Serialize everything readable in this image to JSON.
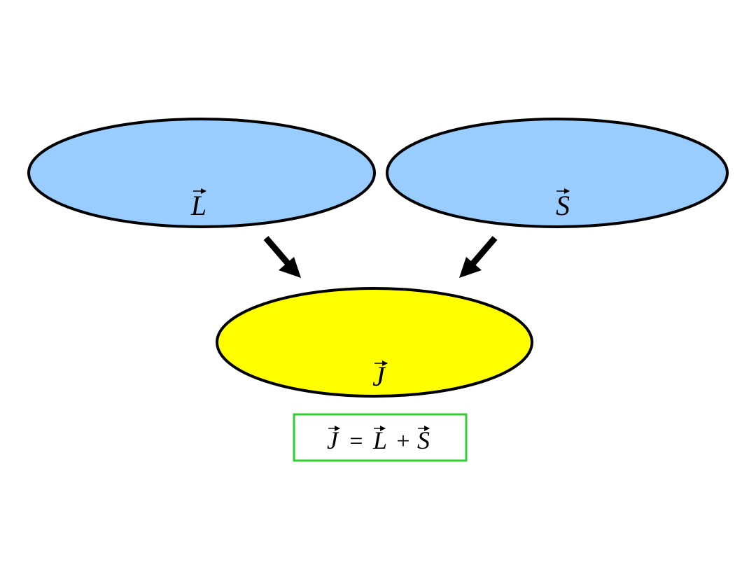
{
  "diagram": {
    "nodes": {
      "L": {
        "symbol": "L",
        "fill": "#99ccff"
      },
      "S": {
        "symbol": "S",
        "fill": "#99ccff"
      },
      "J": {
        "symbol": "J",
        "fill": "#ffff00"
      }
    },
    "edges": [
      {
        "from": "L",
        "to": "J"
      },
      {
        "from": "S",
        "to": "J"
      }
    ],
    "equation": {
      "lhs": "J",
      "equals": "=",
      "term1": "L",
      "plus": "+",
      "term2": "S",
      "border_color": "#33cc33"
    }
  }
}
